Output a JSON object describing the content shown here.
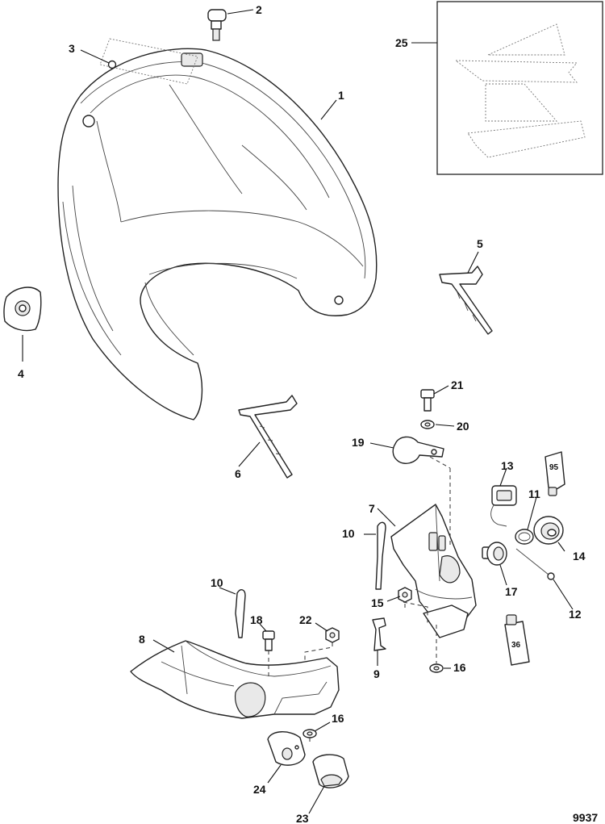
{
  "callouts": {
    "c1": "1",
    "c2": "2",
    "c3": "3",
    "c4": "4",
    "c5": "5",
    "c6": "6",
    "c7": "7",
    "c8": "8",
    "c9": "9",
    "c10a": "10",
    "c10b": "10",
    "c11": "11",
    "c12": "12",
    "c13": "13",
    "c14": "14",
    "c15": "15",
    "c16a": "16",
    "c16b": "16",
    "c17": "17",
    "c18": "18",
    "c19": "19",
    "c20": "20",
    "c21": "21",
    "c22": "22",
    "c23": "23",
    "c24": "24",
    "c25": "25"
  },
  "tubes": {
    "t95": "95",
    "t36": "36"
  },
  "figure_number": "9937"
}
